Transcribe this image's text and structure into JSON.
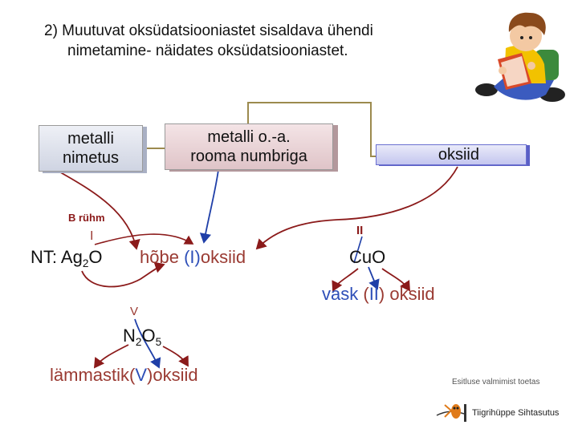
{
  "title": {
    "line1": "2) Muutuvat oksüdatsiooniastet sisaldava ühendi",
    "line2": "nimetamine- näidates oksüdatsiooniastet."
  },
  "boxes": {
    "metal_name": [
      "metalli",
      "nimetus"
    ],
    "oxidation_state": [
      "metalli o.-a.",
      "rooma numbriga"
    ],
    "oxide": "oksiid"
  },
  "group_label": "B rühm",
  "example1": {
    "prefix": "NT: ",
    "formula_main": "Ag",
    "formula_sub": "2",
    "formula_end": "O",
    "oxidation_mark": "I",
    "name_base": "hõbe ",
    "name_open": "(",
    "name_roman": "I",
    "name_close": ")",
    "name_suffix": "oksiid"
  },
  "example2": {
    "formula_a": "Cu",
    "formula_b": "O",
    "oxidation_mark": "II",
    "name_base": "vask ",
    "name_open": "(",
    "name_roman": "II",
    "name_close": ")",
    "name_suffix": " oksiid"
  },
  "example3": {
    "oxidation_mark": "V",
    "formula_a": "N",
    "formula_a_sub": "2",
    "formula_b": "O",
    "formula_b_sub": "5",
    "name_base": "lämmastik",
    "name_open": "(",
    "name_roman": "V",
    "name_close": ")",
    "name_suffix": "oksiid"
  },
  "footer": {
    "caption": "Esitluse valmimist toetas",
    "logo_text": "Tiigrihüppe Sihtasutus"
  },
  "colors": {
    "arrow_red": "#8b1a1a",
    "arrow_blue": "#1f3fa8",
    "connector": "#9c8a4e"
  },
  "icons": [
    "boy-reading-icon",
    "tiger-leap-logo-icon"
  ]
}
